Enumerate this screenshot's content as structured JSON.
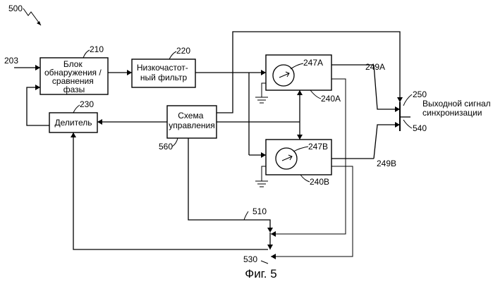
{
  "figure_number": "500",
  "caption": "Фиг. 5",
  "input_ref": "203",
  "blocks": {
    "phase_detector": {
      "ref": "210",
      "lines": [
        "Блок",
        "обнаружения /",
        "сравнения",
        "фазы"
      ]
    },
    "lowpass_filter": {
      "ref": "220",
      "lines": [
        "Низкочастот-",
        "ный фильтр"
      ]
    },
    "divider": {
      "ref": "230",
      "label": "Делитель"
    },
    "control": {
      "ref": "560",
      "lines": [
        "Схема",
        "управления"
      ]
    },
    "oscillator_a": {
      "ref": "247A",
      "box_ref": "240A"
    },
    "oscillator_b": {
      "ref": "247B",
      "box_ref": "240B"
    }
  },
  "signals": {
    "out_a": "249A",
    "out_b": "249B",
    "output_switch": "250",
    "output_line": "540",
    "switch_510": "510",
    "switch_530": "530"
  },
  "output_label": [
    "Выходной сигнал",
    "синхронизации"
  ]
}
